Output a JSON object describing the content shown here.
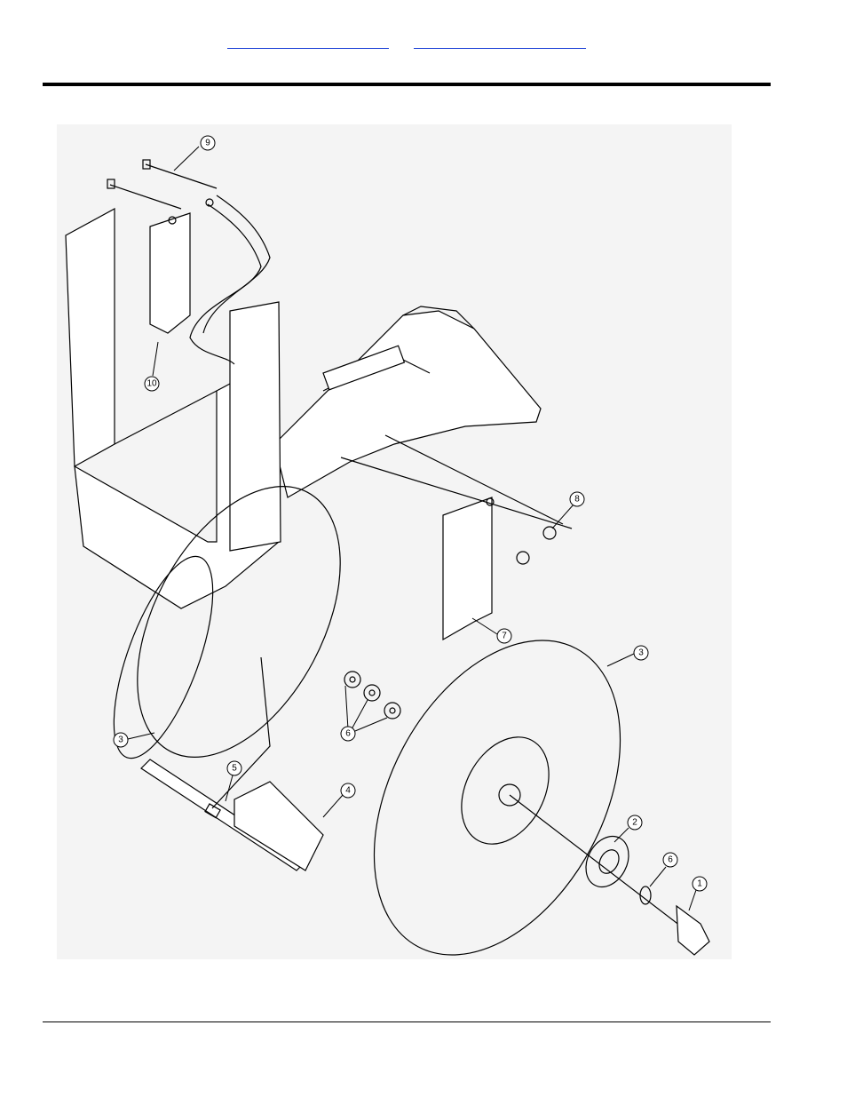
{
  "header": {
    "links": [
      {
        "label": ""
      },
      {
        "label": ""
      }
    ]
  },
  "figure": {
    "callouts": [
      {
        "number": "9"
      },
      {
        "number": "10"
      },
      {
        "number": "8"
      },
      {
        "number": "7"
      },
      {
        "number": "3"
      },
      {
        "number": "6"
      },
      {
        "number": "3"
      },
      {
        "number": "5"
      },
      {
        "number": "4"
      },
      {
        "number": "2"
      },
      {
        "number": "6"
      },
      {
        "number": "1"
      }
    ]
  },
  "colors": {
    "link": "#1a3fd6",
    "rule": "#000000",
    "drawing_background": "#f4f4f4"
  }
}
